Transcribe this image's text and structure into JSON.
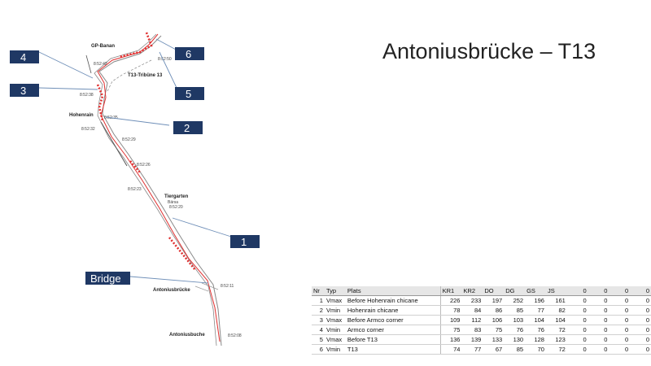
{
  "slide": {
    "title": "Antoniusbrücke – T13"
  },
  "map": {
    "places": {
      "gp_banan": "GP-Banan",
      "t13_tribune": "T13-Tribüne 13",
      "hohenrain": "Hohenrain",
      "tiergarten": "Tiergarten",
      "tiergarten_sub": "Bärsa",
      "antoniusbrucke": "Antoniusbrücke",
      "antoniusbuche": "Antoniusbuche"
    },
    "times": {
      "t_8_52_42": "8:52:42",
      "t_8_52_50": "8:52:50",
      "t_8_52_38": "8:52:38",
      "t_8_52_35": "8:52:35",
      "t_8_52_32": "8:52:32",
      "t_8_52_29": "8:52:29",
      "t_8_52_26": "8:52:26",
      "t_8_52_23": "8:52:23",
      "t_8_52_20": "8:52:20",
      "t_8_52_11": "8:52:11",
      "t_8_52_08": "8:52:08"
    },
    "callouts": {
      "c1": "1",
      "c2": "2",
      "c3": "3",
      "c4": "4",
      "c5": "5",
      "c6": "6",
      "bridge": "Bridge"
    }
  },
  "table": {
    "headers": [
      "Nr",
      "Typ",
      "Plats",
      "KR1",
      "KR2",
      "DO",
      "DG",
      "GS",
      "JS",
      "0",
      "0",
      "0",
      "0"
    ],
    "rows": [
      [
        "1",
        "Vmax",
        "Before Hohenrain chicane",
        "226",
        "233",
        "197",
        "252",
        "196",
        "161",
        "0",
        "0",
        "0",
        "0"
      ],
      [
        "2",
        "Vmin",
        "Hohenrain chicane",
        "78",
        "84",
        "86",
        "85",
        "77",
        "82",
        "0",
        "0",
        "0",
        "0"
      ],
      [
        "3",
        "Vmax",
        "Before Armco corner",
        "109",
        "112",
        "106",
        "103",
        "104",
        "104",
        "0",
        "0",
        "0",
        "0"
      ],
      [
        "4",
        "Vmin",
        "Armco corner",
        "75",
        "83",
        "75",
        "76",
        "76",
        "72",
        "0",
        "0",
        "0",
        "0"
      ],
      [
        "5",
        "Vmax",
        "Before T13",
        "136",
        "139",
        "133",
        "130",
        "128",
        "123",
        "0",
        "0",
        "0",
        "0"
      ],
      [
        "6",
        "Vmin",
        "T13",
        "74",
        "77",
        "67",
        "85",
        "70",
        "72",
        "0",
        "0",
        "0",
        "0"
      ]
    ]
  },
  "colors": {
    "callout_bg": "#1f3864",
    "track_red": "#e03030",
    "track_gray": "#808080"
  }
}
